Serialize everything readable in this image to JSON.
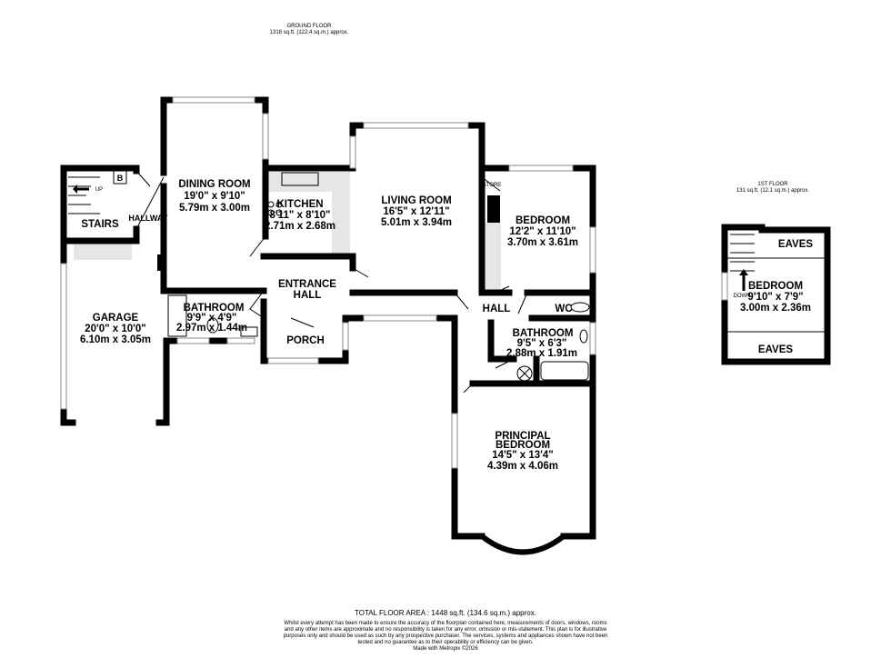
{
  "ground_floor": {
    "title": "GROUND FLOOR",
    "area": "1318 sq.ft. (122.4 sq.m.) approx.",
    "rooms": [
      {
        "name": "DINING ROOM",
        "imperial": "19'0\"  x 9'10\"",
        "metric": "5.79m  x 3.00m"
      },
      {
        "name": "KITCHEN",
        "imperial": "8'11\"  x 8'10\"",
        "metric": "2.71m  x 2.68m"
      },
      {
        "name": "LIVING ROOM",
        "imperial": "16'5\"  x 12'11\"",
        "metric": "5.01m  x 3.94m"
      },
      {
        "name": "BEDROOM",
        "imperial": "12'2\"  x 11'10\"",
        "metric": "3.70m  x 3.61m"
      },
      {
        "name": "GARAGE",
        "imperial": "20'0\"  x 10'0\"",
        "metric": "6.10m  x 3.05m"
      },
      {
        "name": "BATHROOM",
        "imperial": "9'9\"  x 4'9\"",
        "metric": "2.97m  x 1.44m"
      },
      {
        "name": "BATHROOM",
        "imperial": "9'5\"  x 6'3\"",
        "metric": "2.88m  x 1.91m"
      },
      {
        "name": "PRINCIPAL BEDROOM",
        "imperial": "14'5\"  x 13'4\"",
        "metric": "4.39m  x 4.06m"
      }
    ],
    "labels": {
      "stairs": "STAIRS",
      "hallway": "HALLWAY",
      "entrance_hall_1": "ENTRANCE",
      "entrance_hall_2": "HALL",
      "porch": "PORCH",
      "hall": "HALL",
      "wc": "WC",
      "store": "STORE",
      "up": "UP",
      "boiler": "B"
    }
  },
  "first_floor": {
    "title": "1ST FLOOR",
    "area": "131 sq.ft. (12.1 sq.m.) approx.",
    "room": {
      "name": "BEDROOM",
      "imperial": "9'10\"  x 7'9\"",
      "metric": "3.00m  x 2.36m"
    },
    "eaves_top": "EAVES",
    "eaves_bottom": "EAVES",
    "down": "DOWN"
  },
  "footer": {
    "total": "TOTAL FLOOR AREA : 1448 sq.ft. (134.6 sq.m.) approx.",
    "disclaimer": "Whilst every attempt has been made to ensure the accuracy of the floorplan contained here, measurements of doors, windows, rooms and any other items are approximate and no responsibility is taken for any error, omission or mis-statement. This plan is for illustrative purposes only and should be used as such by any prospective purchaser. The services, systems and appliances shown have not been tested and no guarantee as to their operability or efficiency can be given.",
    "credit": "Made with Metropix ©2026"
  },
  "colors": {
    "wall": "#000000",
    "fitted_unit": "#e6e6e6"
  }
}
